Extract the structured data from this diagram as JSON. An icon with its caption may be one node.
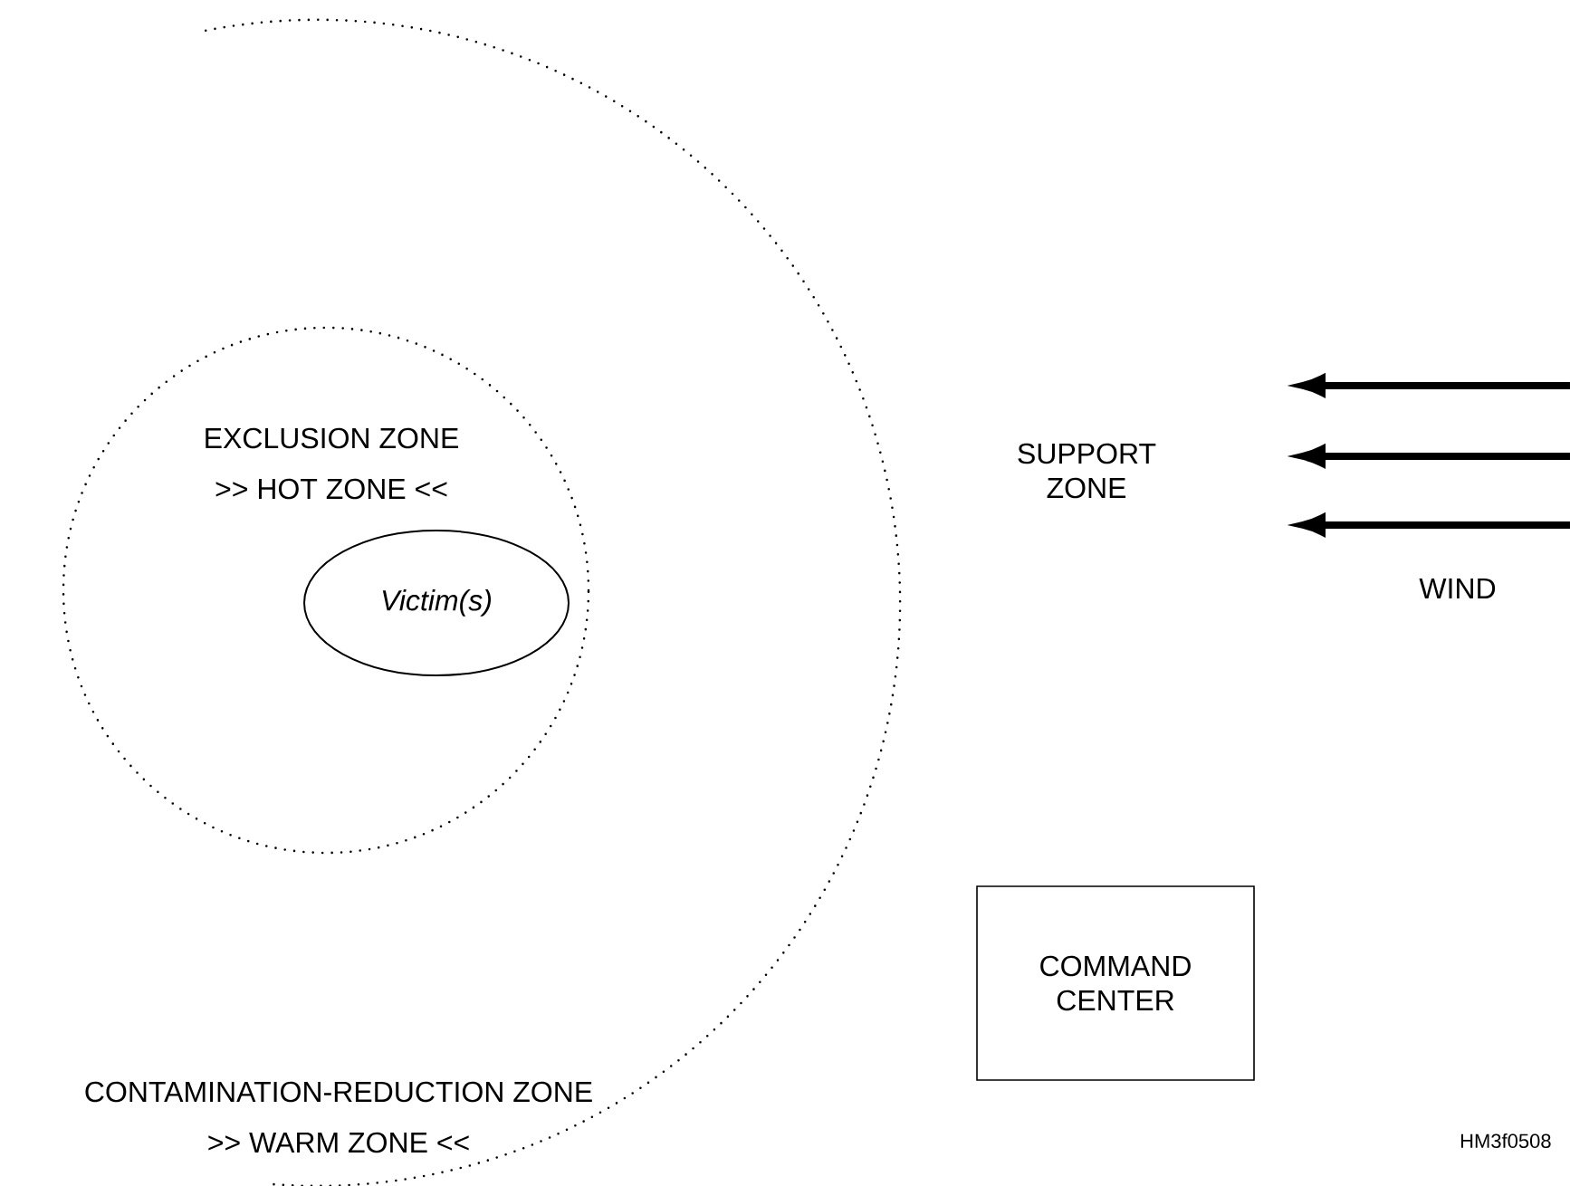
{
  "diagram": {
    "nodes": [
      {
        "text": [
          "CONTAMINATION-REDUCTION ZONE",
          ">> WARM ZONE <<"
        ]
      },
      {
        "text": [
          "EXCLUSION ZONE",
          ">> HOT ZONE <<"
        ],
        "in": 0
      },
      {
        "text": [
          "Victim(s)"
        ],
        "in": 1
      },
      {
        "text": [
          "COMMAND CENTER"
        ]
      }
    ],
    "labels": [
      "SUPPORT ZONE",
      "WIND",
      "HM3f0508"
    ]
  }
}
